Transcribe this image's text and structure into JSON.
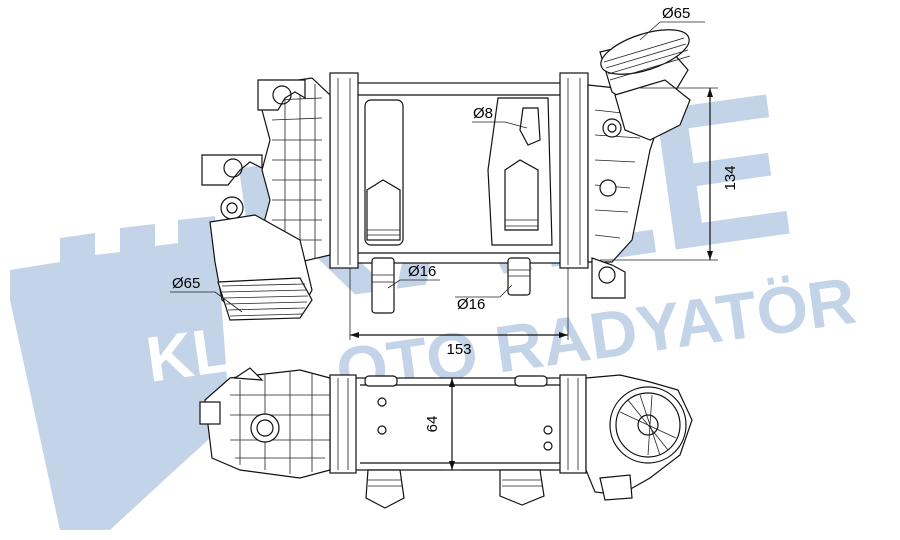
{
  "watermark": {
    "brand": "KALE",
    "subtitle": "OTO RADYATÖR",
    "logo_letters": "KL",
    "color": "#b9cde6"
  },
  "dimensions": {
    "top_outlet_dia": "Ø65",
    "left_inlet_dia": "Ø65",
    "small_pipe_dia": "Ø8",
    "pipe_a_dia": "Ø16",
    "pipe_b_dia": "Ø16",
    "core_width": "153",
    "core_height": "134",
    "core_depth": "64"
  },
  "colors": {
    "line": "#111111",
    "background": "#ffffff"
  }
}
